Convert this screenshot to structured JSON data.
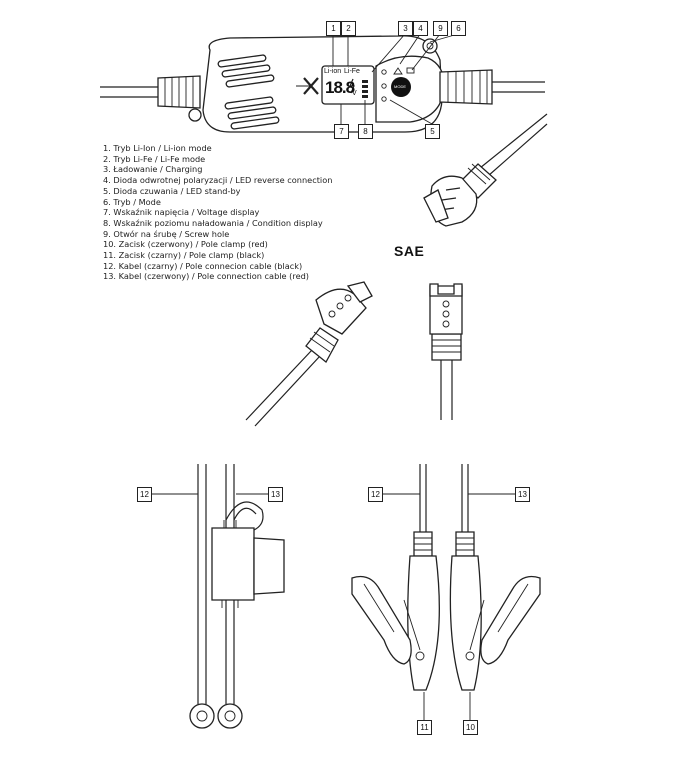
{
  "legend": [
    "1. Tryb Li-Ion / Li-ion mode",
    "2. Tryb Li-Fe / Li-Fe mode",
    "3. Ładowanie / Charging",
    "4. Dioda odwrotnej polaryzacji / LED reverse connection",
    "5. Dioda czuwania / LED stand-by",
    "6. Tryb / Mode",
    "7. Wskaźnik napięcia / Voltage display",
    "8. Wskaźnik poziomu naładowania / Condition display",
    "9. Otwór na śrubę / Screw hole",
    "10. Zacisk (czerwony) / Pole clamp (red)",
    "11. Zacisk (czarny) / Pole clamp (black)",
    "12. Kabel (czarny) / Pole connecion cable (black)",
    "13. Kabel (czerwony) / Pole connection cable (red)"
  ],
  "sae_label": "SAE",
  "callouts": {
    "c1": "1",
    "c2": "2",
    "c3": "3",
    "c4": "4",
    "c5": "5",
    "c6": "6",
    "c7": "7",
    "c8": "8",
    "c9": "9",
    "c10": "10",
    "c11": "11",
    "c12a": "12",
    "c13a": "13",
    "c12b": "12",
    "c13b": "13"
  },
  "display": {
    "mode_liion": "Li-ion",
    "mode_life": "Li-Fe",
    "voltage": "18.8",
    "unit": "V",
    "mode_button": "MODE"
  }
}
